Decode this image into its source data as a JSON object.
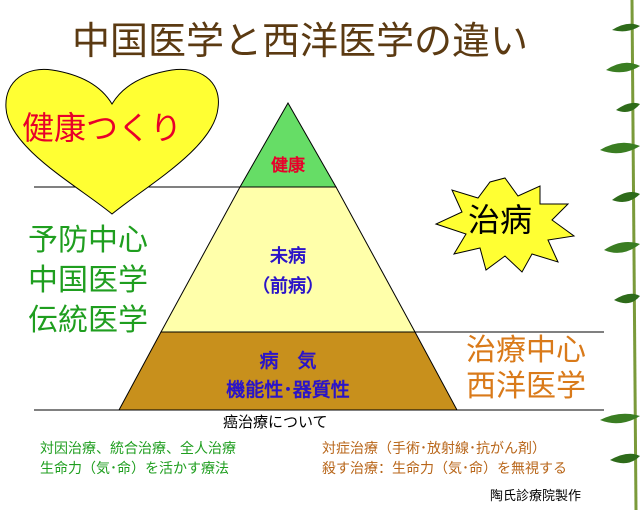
{
  "title": "中国医学と西洋医学の違い",
  "heart_label": "健康つくり",
  "burst_label": "治病",
  "left_labels": [
    "予防中心",
    "中国医学",
    "伝統医学"
  ],
  "right_labels": [
    "治療中心",
    "西洋医学"
  ],
  "pyramid": {
    "top": "健康",
    "middle": [
      "未病",
      "（前病）"
    ],
    "bottom": [
      "病　気",
      "機能性･器質性"
    ]
  },
  "cancer_heading": "癌治療について",
  "chinese_points": [
    "対因治療、統合治療、全人治療",
    "生命力（気･命）を活かす療法"
  ],
  "western_points": [
    "対症治療（手術･放射線･抗がん剤）",
    "殺す治療：生命力（気･命）を無視する"
  ],
  "credit": "陶氏診療院製作",
  "colors": {
    "title": "#5b3a12",
    "heart_fill": "#ffff33",
    "heart_text": "#e8002a",
    "burst_fill": "#ffff33",
    "pyramid_top": "#66dd66",
    "pyramid_middle": "#ffffaa",
    "pyramid_bottom": "#c8901c",
    "chinese_text": "#1f9e1f",
    "western_text": "#d97a1a",
    "tier_text": "#2b14c8"
  }
}
